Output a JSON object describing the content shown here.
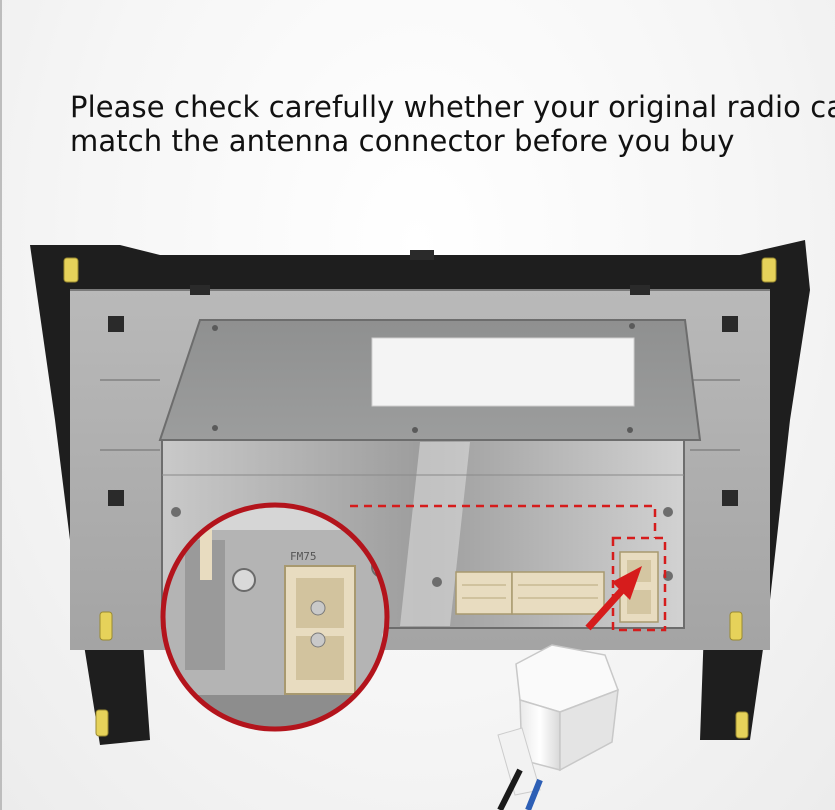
{
  "headline": {
    "line1": "Please check carefully whether your original radio can",
    "line2": "match the antenna connector before you buy"
  },
  "labels": {
    "fm_tag": "FM75"
  },
  "colors": {
    "highlight_red": "#d61c1c",
    "panel_black": "#1e1e1e",
    "metal_gray": "#a9a9a9",
    "connector_beige": "#e8dcc0",
    "clip_yellow": "#e6d25a"
  }
}
